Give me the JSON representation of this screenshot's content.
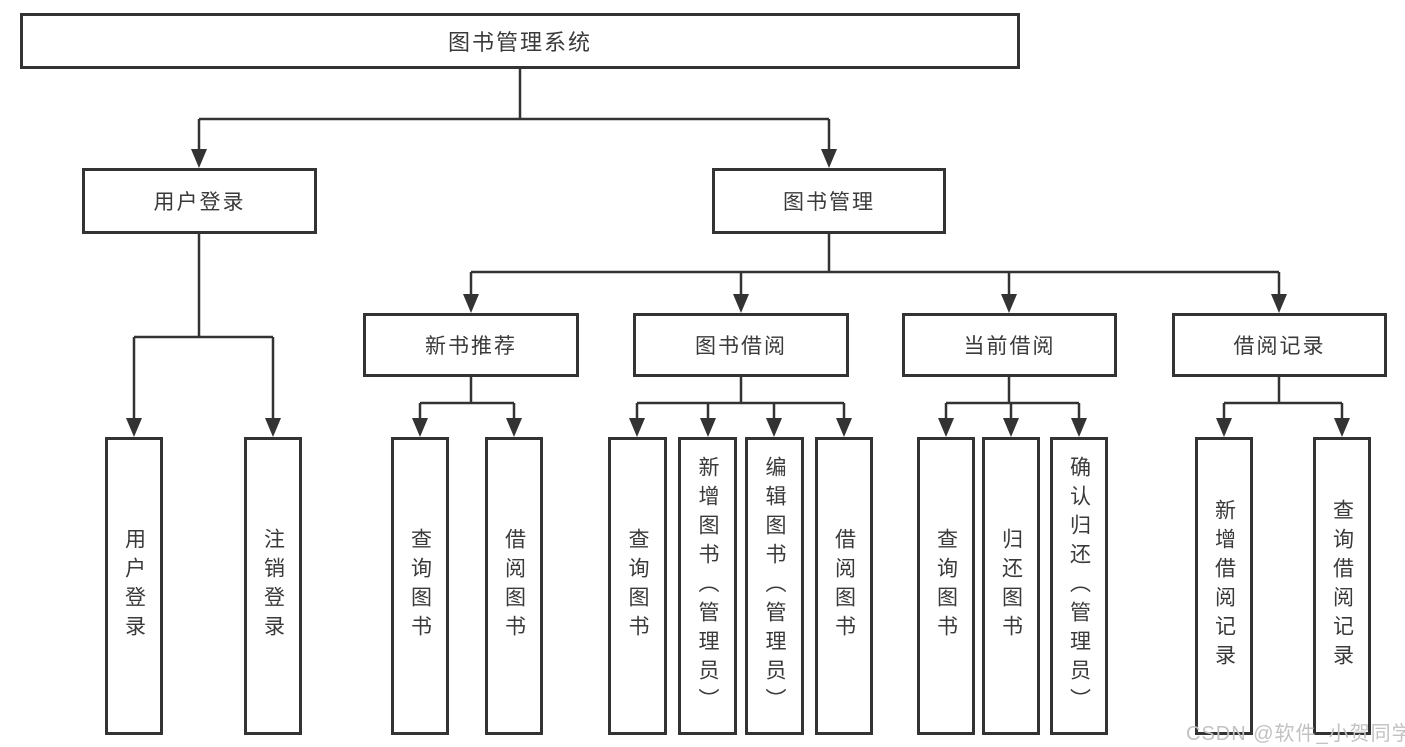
{
  "diagram": {
    "title": "图书管理系统",
    "type": "hierarchy-tree"
  },
  "colors": {
    "line": "#333333",
    "box_border": "#333333",
    "text": "#3a3a3a",
    "background": "#ffffff",
    "watermark": "#c2c2c2"
  },
  "nodes": {
    "root": "图书管理系统",
    "user_login_branch": {
      "label": "用户登录",
      "children": [
        "用户登录",
        "注销登录"
      ]
    },
    "book_mgmt_branch": {
      "label": "图书管理",
      "children": [
        {
          "label": "新书推荐",
          "children": [
            "查询图书",
            "借阅图书"
          ]
        },
        {
          "label": "图书借阅",
          "children": [
            "查询图书",
            "新增图书（管理员）",
            "编辑图书（管理员）",
            "借阅图书"
          ]
        },
        {
          "label": "当前借阅",
          "children": [
            "查询图书",
            "归还图书",
            "确认归还（管理员）"
          ]
        },
        {
          "label": "借阅记录",
          "children": [
            "新增借阅记录",
            "查询借阅记录"
          ]
        }
      ]
    }
  },
  "watermark": "CSDN @软件_小贺同学"
}
